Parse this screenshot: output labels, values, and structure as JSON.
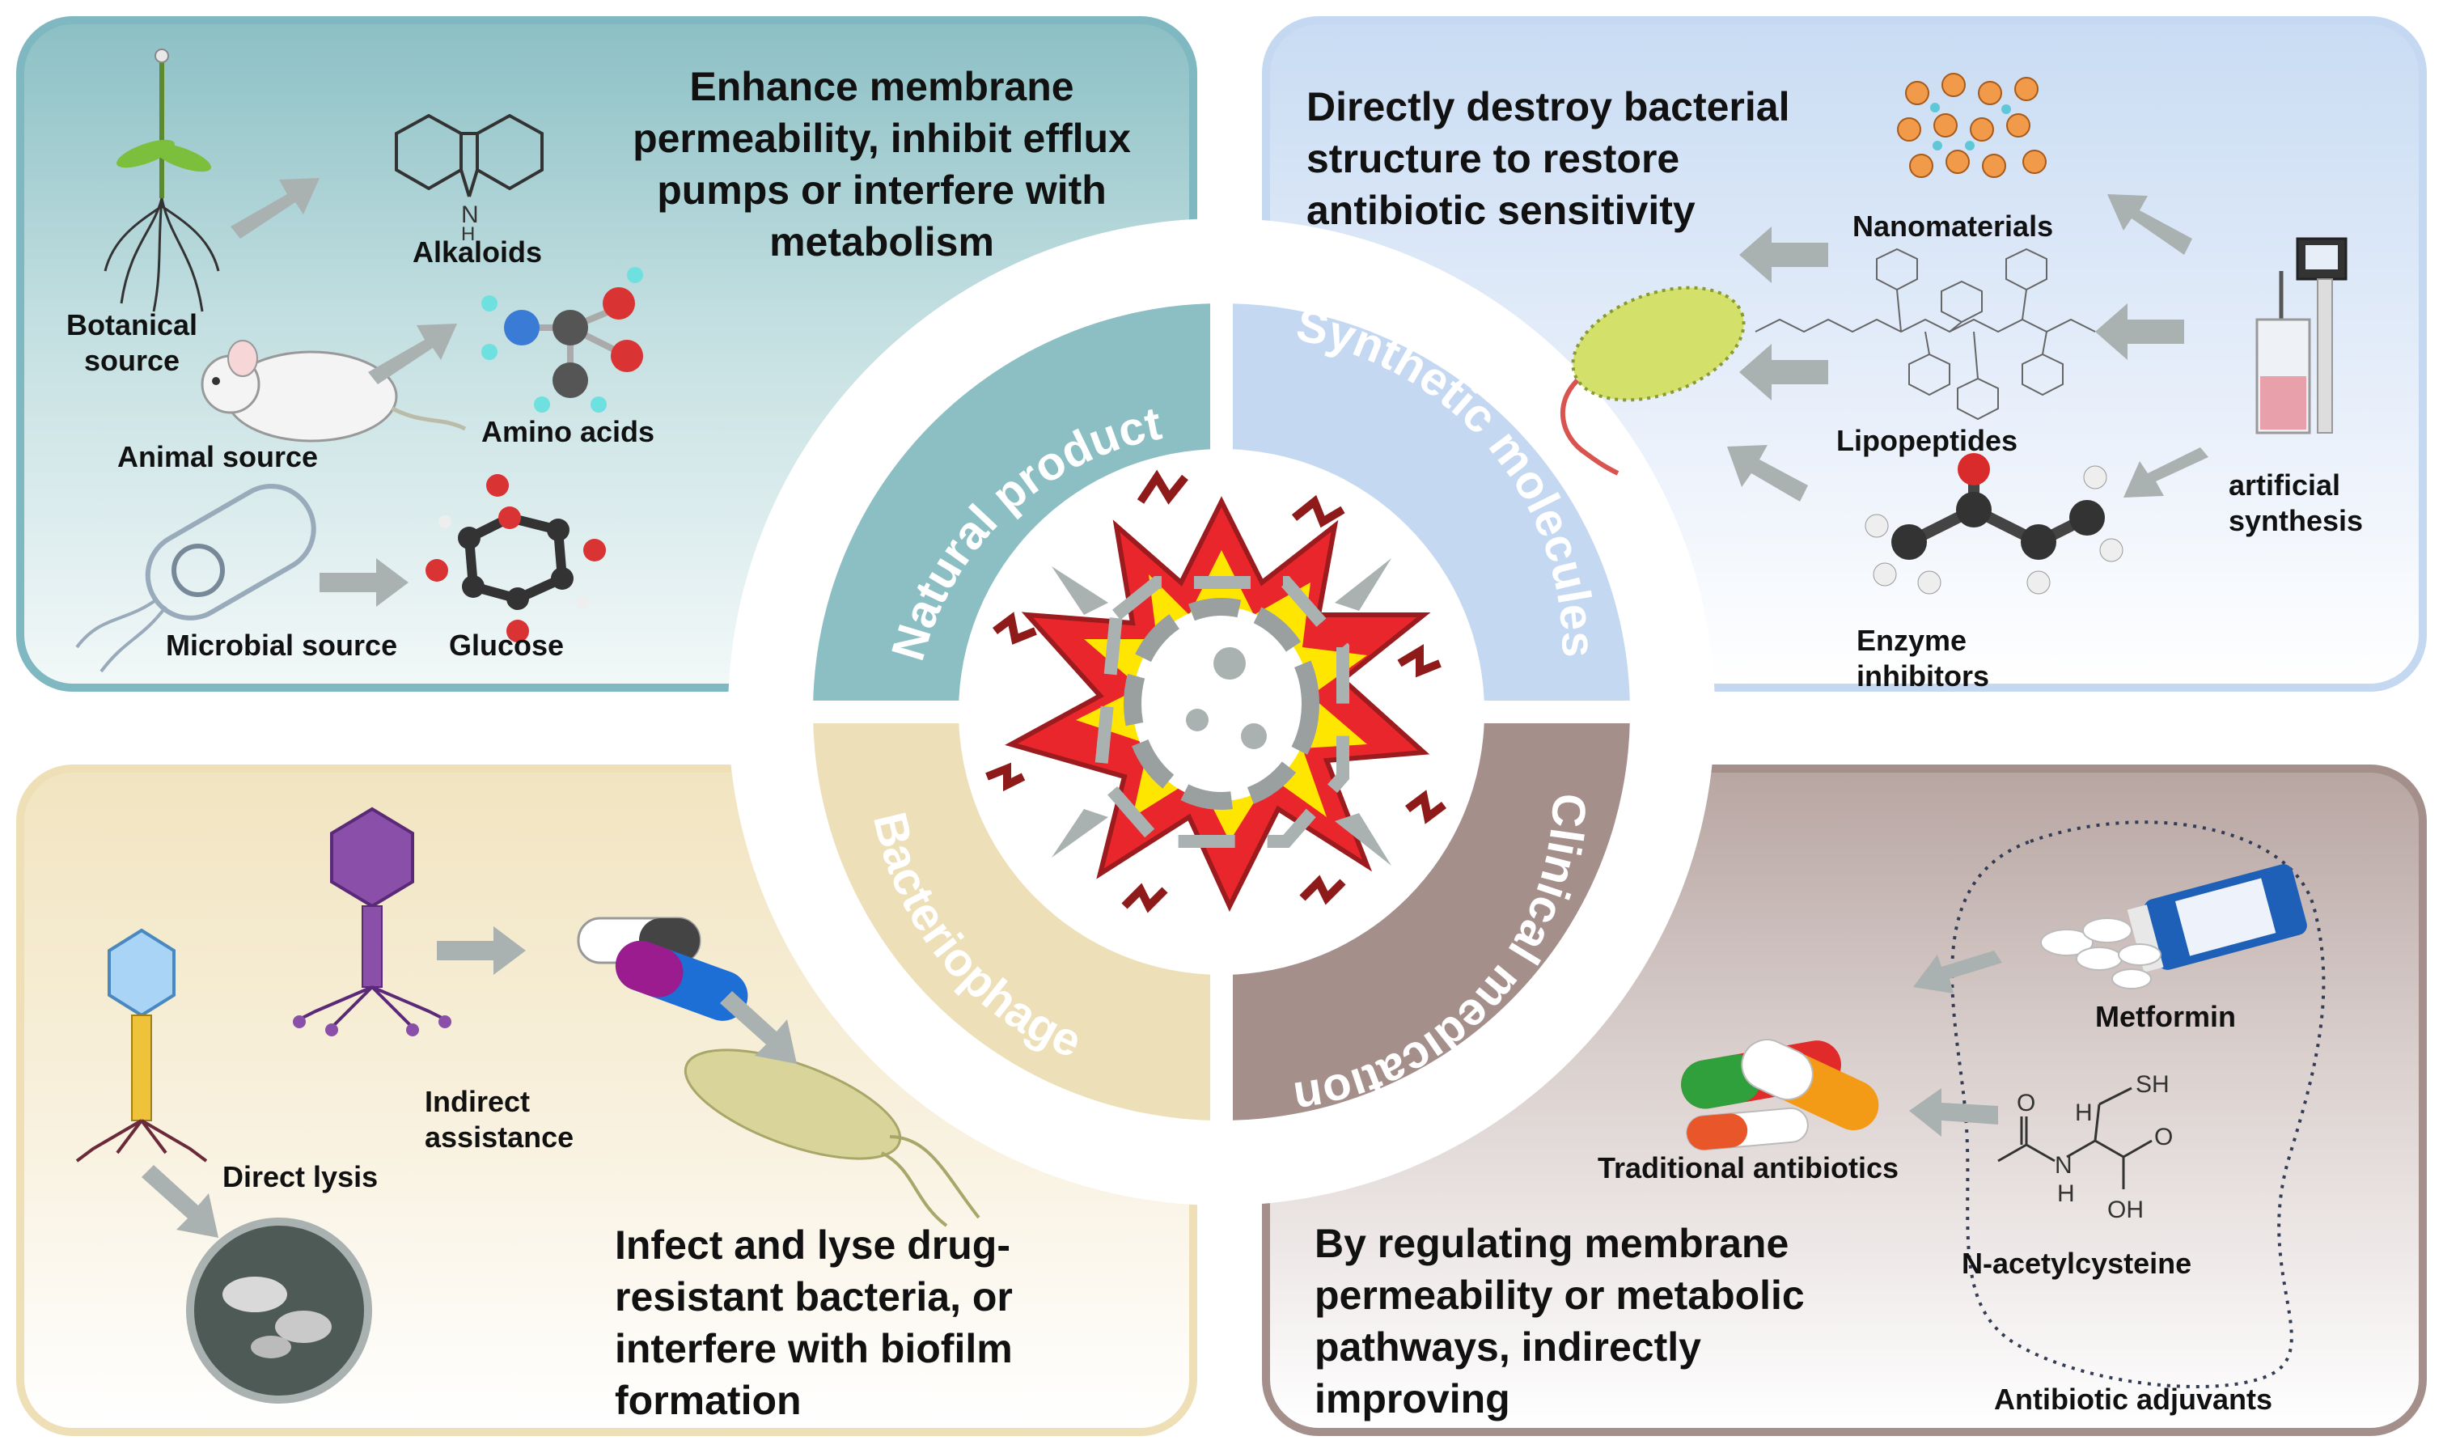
{
  "center": {
    "ring_labels": {
      "natural": "Natural products",
      "synthetic": "Synthetic molecules",
      "phage": "Bacteriophage",
      "clinical": "Clinical medication"
    }
  },
  "natural_products": {
    "heading": [
      "Enhance membrane",
      "permeability, inhibit efflux",
      "pumps or interfere with",
      "metabolism"
    ],
    "sources": {
      "botanical": [
        "Botanical",
        "source"
      ],
      "animal": "Animal source",
      "microbial": "Microbial source"
    },
    "compounds": {
      "alkaloids": "Alkaloids",
      "amino_acids": "Amino acids",
      "glucose": "Glucose",
      "nh": "N",
      "h": "H"
    }
  },
  "synthetic_molecules": {
    "heading": [
      "Directly destroy bacterial",
      "structure to restore",
      "antibiotic sensitivity"
    ],
    "items": {
      "nanomaterials": "Nanomaterials",
      "lipopeptides": "Lipopeptides",
      "enzyme_inhibitors": [
        "Enzyme",
        "inhibitors"
      ],
      "artificial_synthesis": [
        "artificial",
        "synthesis"
      ]
    }
  },
  "bacteriophage": {
    "heading": [
      "Infect and lyse drug-",
      "resistant bacteria, or",
      "interfere with biofilm",
      "formation"
    ],
    "labels": {
      "direct_lysis": "Direct lysis",
      "indirect_assistance": [
        "Indirect",
        "assistance"
      ]
    }
  },
  "clinical_medication": {
    "heading": [
      "By regulating membrane",
      "permeability or metabolic",
      "pathways, indirectly",
      "improving"
    ],
    "labels": {
      "metformin": "Metformin",
      "traditional_antibiotics": "Traditional antibiotics",
      "nac": "N-acetylcysteine",
      "adjuvants": "Antibiotic adjuvants",
      "sh": "SH",
      "oh": "OH",
      "o": "O",
      "n": "N",
      "h": "H"
    }
  },
  "colors": {
    "natural": "#8bbfc4",
    "synthetic": "#c5d8f1",
    "phage": "#eddfb7",
    "clinical": "#a48f8b",
    "arrow": "#a9b1b1"
  }
}
